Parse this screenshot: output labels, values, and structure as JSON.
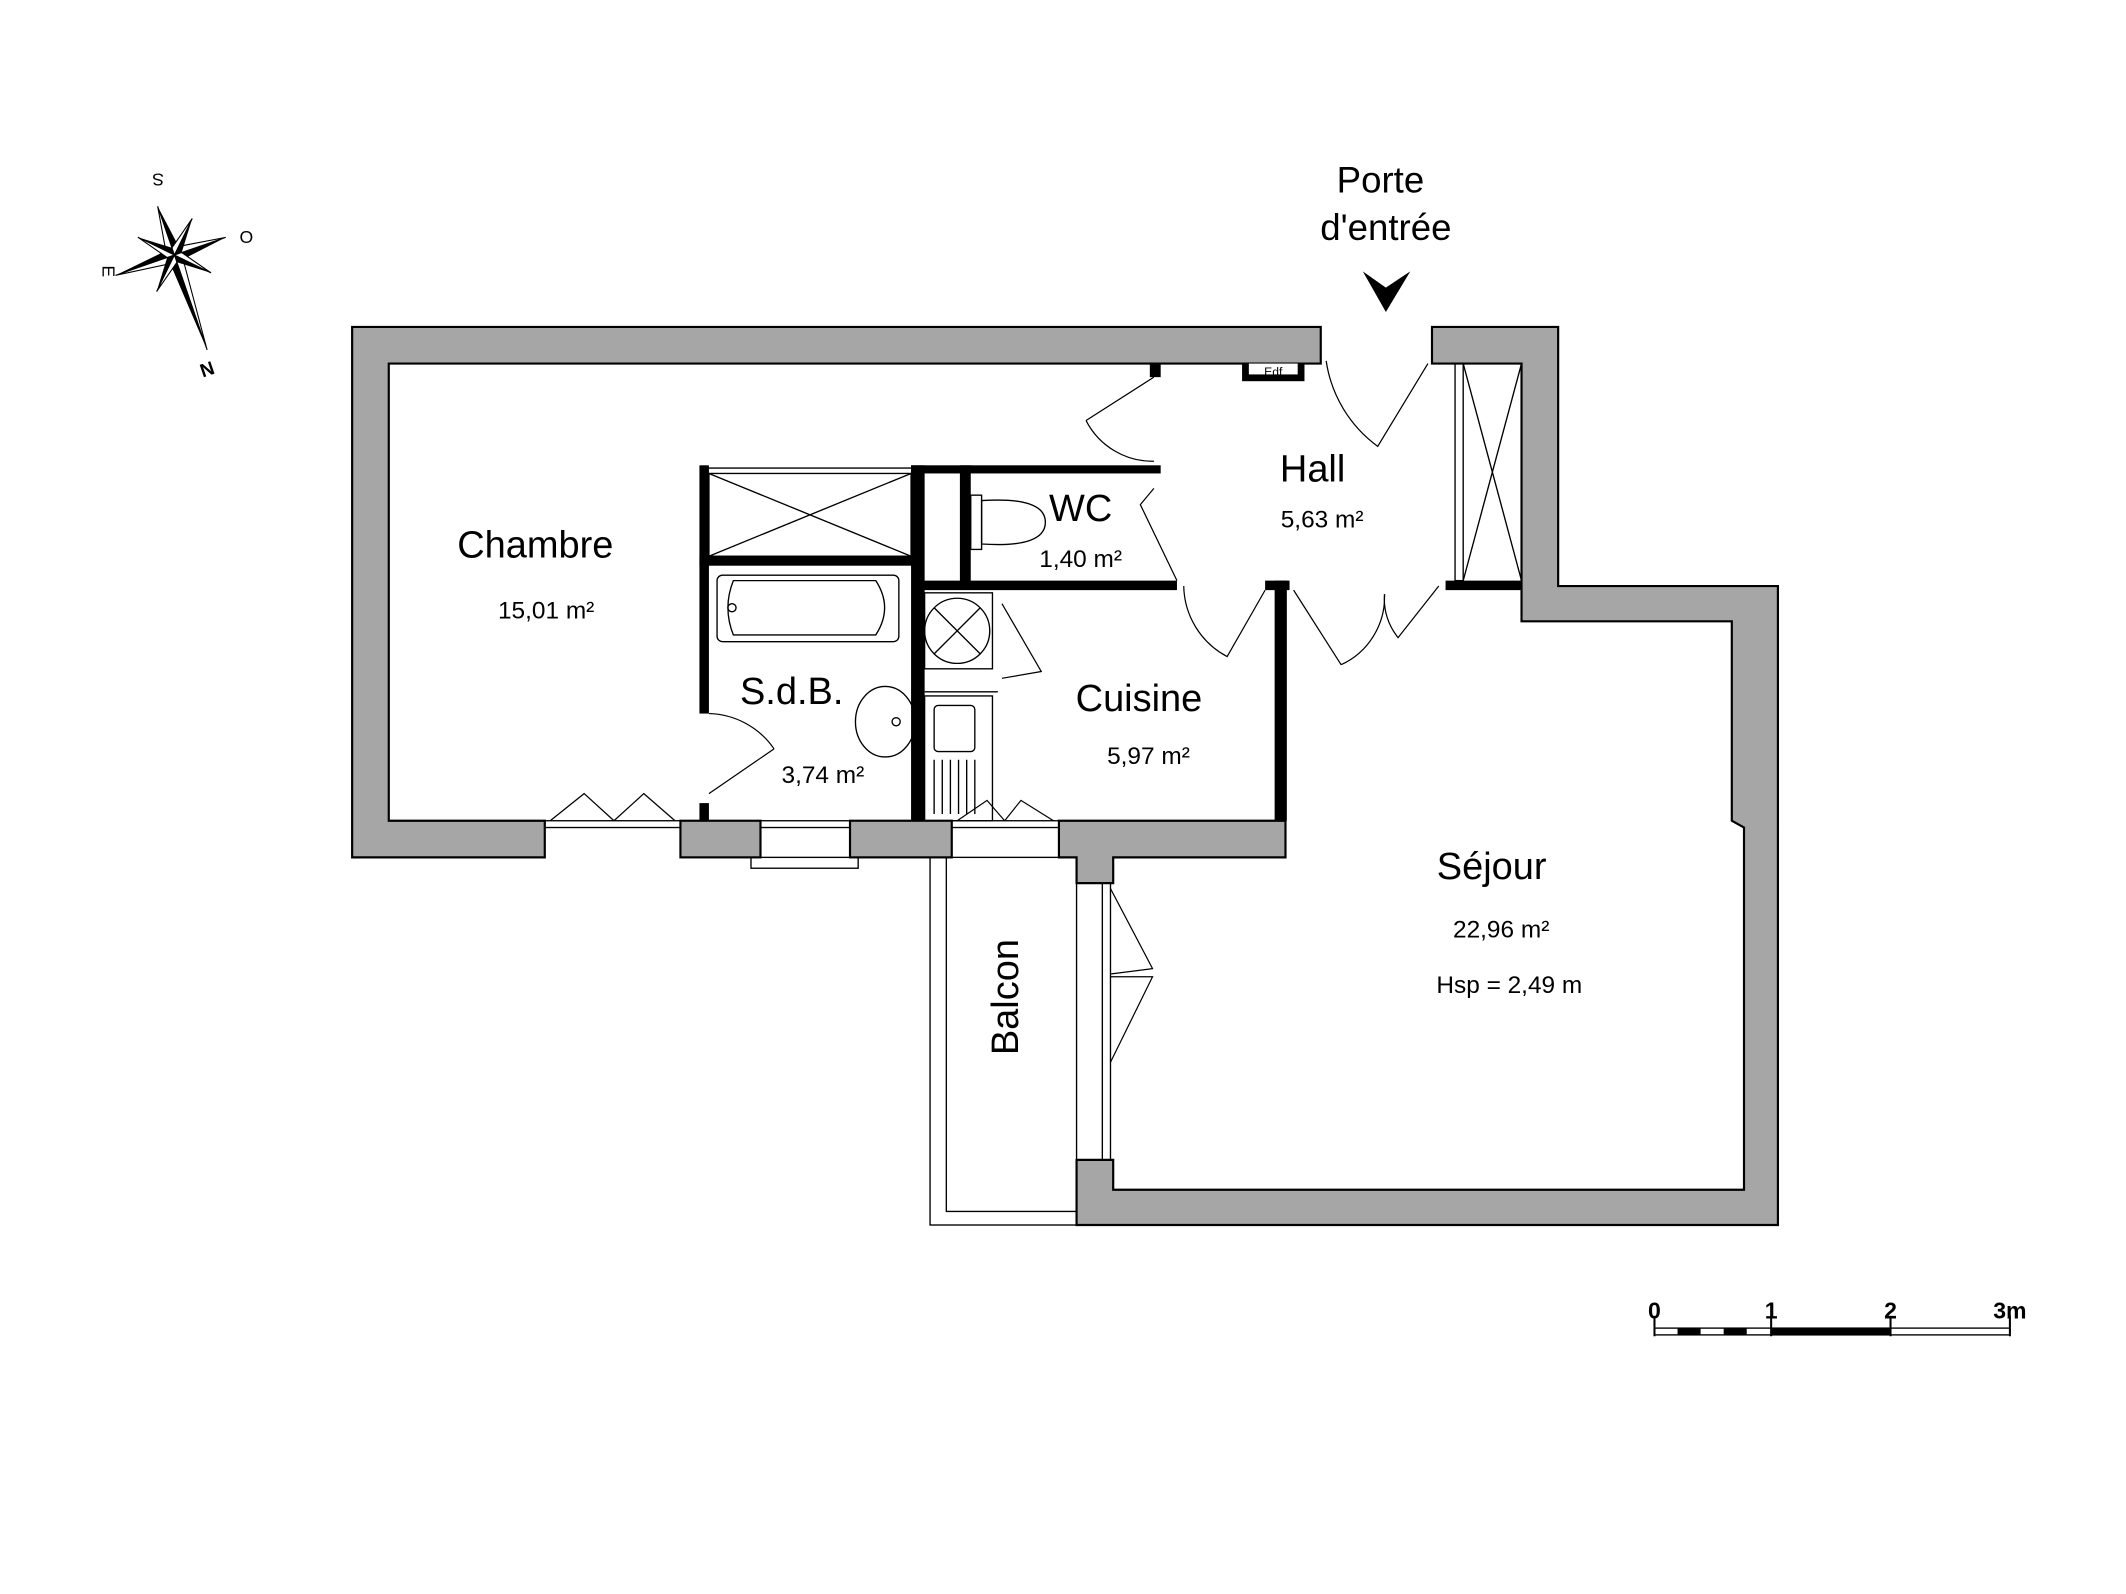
{
  "entrance": {
    "line1": "Porte",
    "line2": "d'entrée"
  },
  "rooms": {
    "chambre": {
      "name": "Chambre",
      "area": "15,01 m²"
    },
    "sdb": {
      "name": "S.d.B.",
      "area": "3,74 m²"
    },
    "wc": {
      "name": "WC",
      "area": "1,40 m²"
    },
    "hall": {
      "name": "Hall",
      "area": "5,63 m²"
    },
    "cuisine": {
      "name": "Cuisine",
      "area": "5,97 m²"
    },
    "sejour": {
      "name": "Séjour",
      "area": "22,96 m²",
      "height": "Hsp = 2,49 m"
    },
    "balcon": {
      "name": "Balcon"
    }
  },
  "meter_label": "Edf",
  "compass": {
    "north": "N",
    "south": "S",
    "east": "E",
    "west": "O"
  },
  "scale_bar": {
    "labels": [
      "0",
      "1",
      "2",
      "3m"
    ]
  }
}
